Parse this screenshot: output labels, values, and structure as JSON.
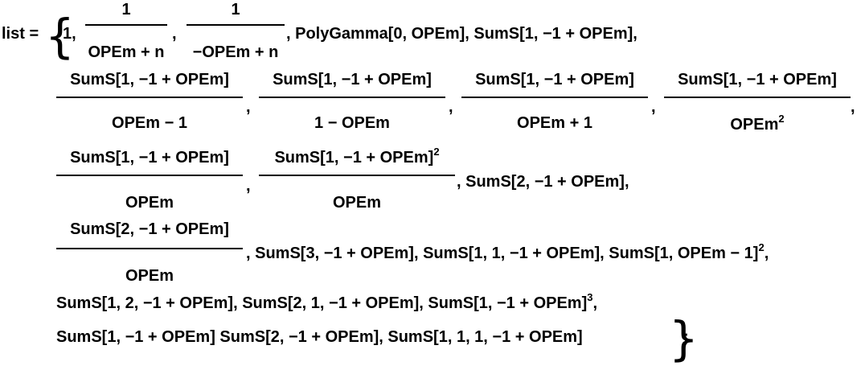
{
  "expr": {
    "lhs": "list =",
    "open_brace": "{",
    "close_brace": "}",
    "semicolon": ";",
    "comma": ",",
    "r1": {
      "one": "1,",
      "f1_num": "1",
      "f1_den": "OPEm + n",
      "f2_num": "1",
      "f2_den": "−OPEm + n",
      "tail": ", PolyGamma[0, OPEm], SumS[1, −1 + OPEm],"
    },
    "r2": {
      "f1_num": "SumS[1, −1 + OPEm]",
      "f1_den": "OPEm − 1",
      "f2_num": "SumS[1, −1 + OPEm]",
      "f2_den": "1 − OPEm",
      "f3_num": "SumS[1, −1 + OPEm]",
      "f3_den": "OPEm + 1",
      "f4_num": "SumS[1, −1 + OPEm]",
      "f4_den_base": "OPEm",
      "f4_den_exp": "2"
    },
    "r3": {
      "f1_num": "SumS[1, −1 + OPEm]",
      "f1_den": "OPEm",
      "f2_num_base": "SumS[1, −1 + OPEm]",
      "f2_num_exp": "2",
      "f2_den": "OPEm",
      "tail": ", SumS[2, −1 + OPEm],"
    },
    "r4": {
      "f1_num": "SumS[2, −1 + OPEm]",
      "f1_den": "OPEm",
      "tail_a": ", SumS[3, −1 + OPEm], SumS[1, 1, −1 + OPEm], SumS[1, OPEm − 1]",
      "tail_exp": "2",
      "tail_b": ","
    },
    "r5": {
      "a": "SumS[1, 2, −1 + OPEm], SumS[2, 1, −1 + OPEm], SumS[1, −1 + OPEm]",
      "exp": "3",
      "b": ","
    },
    "r6": {
      "text": "SumS[1, −1 + OPEm] SumS[2, −1 + OPEm], SumS[1, 1, 1, −1 + OPEm]"
    }
  }
}
